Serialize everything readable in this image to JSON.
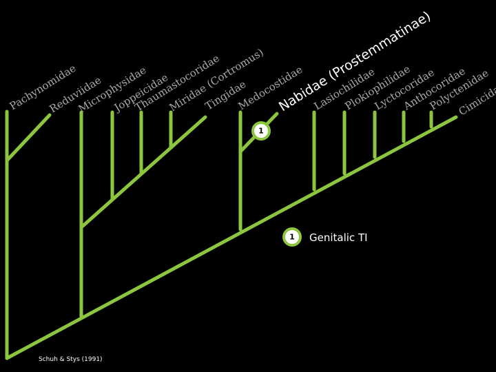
{
  "taxa": [
    "Pachynomidae",
    "Reduviidae",
    "Microphysidae",
    "Joppeicidae",
    "Thaumastocoridae",
    "Miridae (Cortromus)",
    "Tingidae",
    "Medocostidae",
    "Nabidae (Prostemmatinae)",
    "Lasiochilidae",
    "Plokiophilidae",
    "Lyctocoridae",
    "Anthocoridae",
    "Polyctenidae",
    "Cimicidae"
  ],
  "marker_label": "1",
  "legend": {
    "number": "1",
    "text": "Genitalic TI"
  },
  "citation": "Schuh & Stys (1991)",
  "colors": {
    "branch": "#8cc63f",
    "background": "#000000",
    "label": "#a9a9a9"
  }
}
